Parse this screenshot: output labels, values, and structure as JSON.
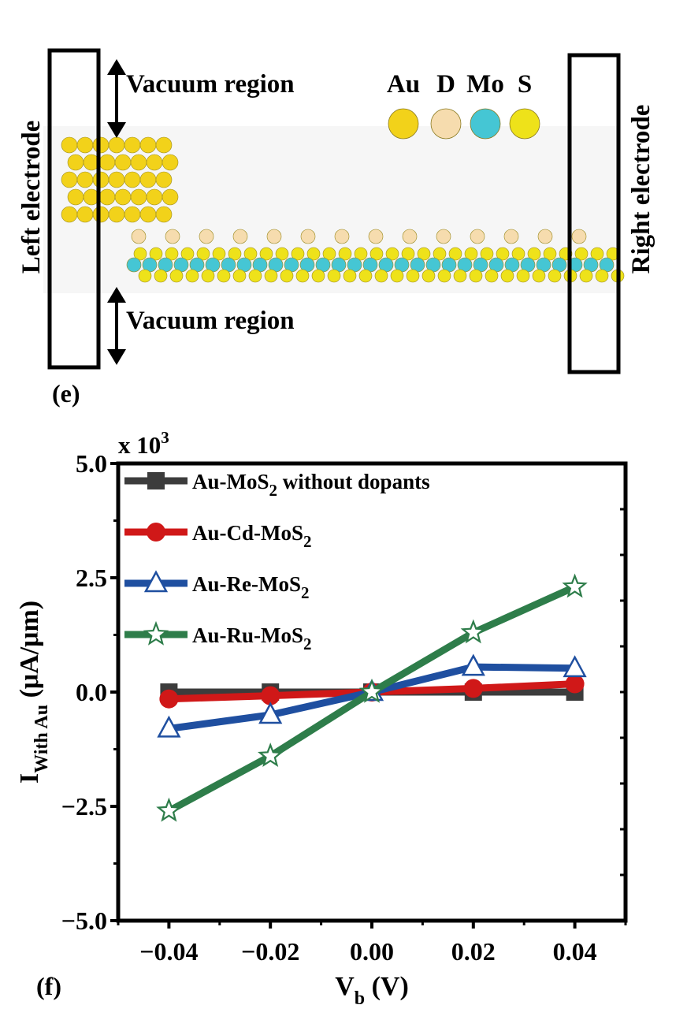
{
  "panel_e": {
    "label": "(e)",
    "left_electrode": "Left electrode",
    "right_electrode": "Right electrode",
    "vacuum_top": "Vacuum region",
    "vacuum_bottom": "Vacuum region",
    "atom_legend": [
      {
        "symbol": "Au",
        "color": "#f2d21a"
      },
      {
        "symbol": "D",
        "color": "#f6dcae"
      },
      {
        "symbol": "Mo",
        "color": "#45c6d4"
      },
      {
        "symbol": "S",
        "color": "#eee21a"
      }
    ]
  },
  "panel_f": {
    "label": "(f)",
    "multiplier": {
      "base": "x 10",
      "exp": "3"
    },
    "ylabel": {
      "main": "I",
      "sub": "With Au",
      "unit": " (μA/μm)"
    },
    "xlabel": {
      "main": "V",
      "sub": "b",
      "unit": " (V)"
    }
  },
  "chart_data": {
    "type": "line",
    "x": [
      -0.04,
      -0.02,
      0.0,
      0.02,
      0.04
    ],
    "xlim": [
      -0.05,
      0.05
    ],
    "ylim": [
      -5.0,
      5.0
    ],
    "xticks": [
      "−0.04",
      "−0.02",
      "0.00",
      "0.02",
      "0.04"
    ],
    "xtick_values": [
      -0.04,
      -0.02,
      0.0,
      0.02,
      0.04
    ],
    "yticks": [
      "5.0",
      "2.5",
      "0.0",
      "−2.5",
      "−5.0"
    ],
    "ytick_values": [
      5.0,
      2.5,
      0.0,
      -2.5,
      -5.0
    ],
    "legend_position": "top-left",
    "series": [
      {
        "name": "Au-MoS2 without dopants",
        "name_base": "Au-MoS",
        "name_sub": "2",
        "name_tail": " without dopants",
        "color": "#3c3c3c",
        "marker": "square",
        "values": [
          0.0,
          0.0,
          0.0,
          0.0,
          0.0
        ]
      },
      {
        "name": "Au-Cd-MoS2",
        "name_base": "Au-Cd-MoS",
        "name_sub": "2",
        "name_tail": "",
        "color": "#d01818",
        "marker": "circle",
        "values": [
          -0.15,
          -0.08,
          0.0,
          0.08,
          0.18
        ]
      },
      {
        "name": "Au-Re-MoS2",
        "name_base": "Au-Re-MoS",
        "name_sub": "2",
        "name_tail": "",
        "color": "#1f4fa0",
        "marker": "triangle",
        "values": [
          -0.8,
          -0.5,
          0.0,
          0.55,
          0.52
        ]
      },
      {
        "name": "Au-Ru-MoS2",
        "name_base": "Au-Ru-MoS",
        "name_sub": "2",
        "name_tail": "",
        "color": "#2e7d4a",
        "marker": "star",
        "values": [
          -2.6,
          -1.4,
          0.0,
          1.3,
          2.3
        ]
      }
    ]
  }
}
